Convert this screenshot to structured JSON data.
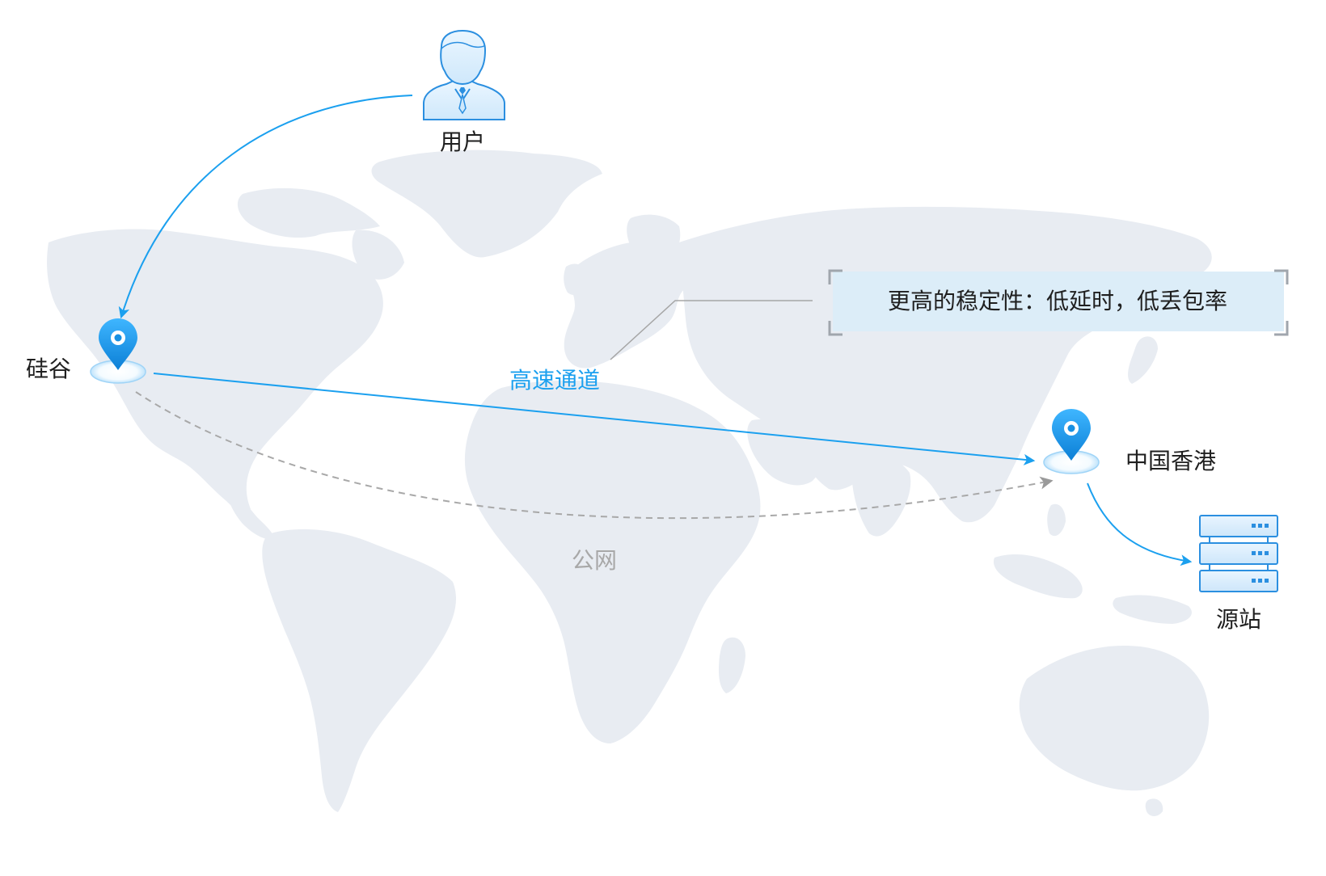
{
  "nodes": {
    "user": {
      "label": "用户"
    },
    "silicon_valley": {
      "label": "硅谷"
    },
    "hong_kong": {
      "label": "中国香港"
    },
    "origin": {
      "label": "源站"
    }
  },
  "links": {
    "high_speed": {
      "label": "高速通道"
    },
    "public_net": {
      "label": "公网"
    }
  },
  "callout": {
    "text": "更高的稳定性：低延时，低丢包率"
  },
  "colors": {
    "accent": "#1ba0ef",
    "map_land": "#e8ecf2",
    "public_line": "#a8a8a8",
    "callout_bg": "#dcedf8",
    "bracket": "#a0a6ad",
    "text": "#1f1f1f"
  }
}
